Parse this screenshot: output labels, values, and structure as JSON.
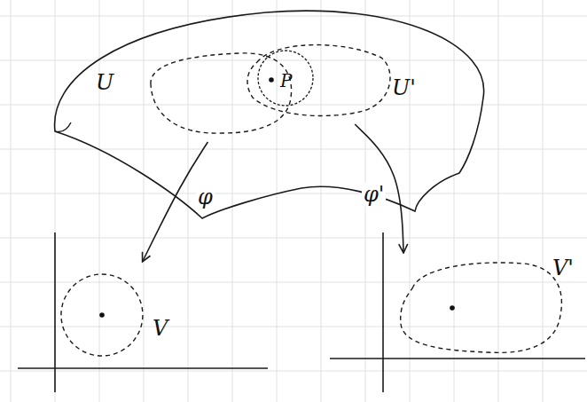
{
  "diagram": {
    "nodes": [
      {
        "text": [
          "U"
        ]
      },
      {
        "text": [
          "U'"
        ]
      },
      {
        "text": [
          "V"
        ]
      },
      {
        "text": [
          "V'"
        ]
      }
    ],
    "edges": [
      {
        "from": 0,
        "to": 2,
        "arrow": "to",
        "label": "φ"
      },
      {
        "from": 1,
        "to": 3,
        "arrow": "to",
        "label": "φ'"
      }
    ],
    "labels": [
      "P"
    ]
  }
}
